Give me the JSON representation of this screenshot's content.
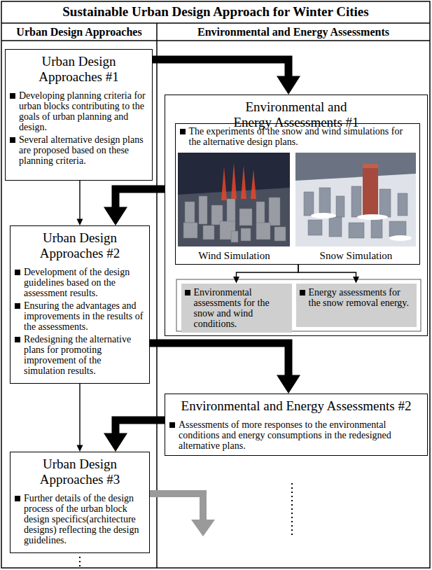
{
  "diagram": {
    "title": "Sustainable Urban Design Approach for Winter Cities",
    "nodes": [
      {
        "text": [
          "Urban Design Approaches #1",
          "Developing planning criteria for urban blocks contributing to the goals of urban planning and design.",
          "Several alternative design plans are proposed based on these planning criteria."
        ]
      },
      {
        "text": [
          "Environmental and Energy Assessments #1"
        ]
      },
      {
        "text": [
          "The experiments of the snow and wind simulations for the alternative design plans.",
          "Wind Simulation",
          "Snow Simulation"
        ],
        "in": 1
      },
      {
        "text": [
          "Environmental assessments for the snow and wind conditions."
        ],
        "in": 1
      },
      {
        "text": [
          "Energy assessments for the snow removal energy."
        ],
        "in": 1
      },
      {
        "text": [
          "Urban Design Approaches #2",
          "Development of the design guidelines based on the assessment results.",
          "Ensuring the advantages and improvements in the results of the assessments.",
          "Redesigning the alternative plans for promoting improvement of the simulation results."
        ]
      },
      {
        "text": [
          "Environmental and Energy Assessments #2",
          "Assessments of more responses to the environmental conditions and energy consumptions in the redesigned alternative plans."
        ]
      },
      {
        "text": [
          "Urban Design Approaches #3",
          "Further details of the design process of the urban block design specifics(architecture designs) reflecting the design guidelines."
        ]
      }
    ],
    "edges": [
      {
        "from": 0,
        "to": 1,
        "arrow": "to"
      },
      {
        "from": 0,
        "to": 5,
        "arrow": "to"
      },
      {
        "from": 1,
        "to": 5,
        "arrow": "to"
      },
      {
        "from": 2,
        "to": 3,
        "arrow": "to"
      },
      {
        "from": 2,
        "to": 4,
        "arrow": "to"
      },
      {
        "from": 5,
        "to": 6,
        "arrow": "to"
      },
      {
        "from": 5,
        "to": 7,
        "arrow": "to"
      },
      {
        "from": 6,
        "to": 7,
        "arrow": "to"
      }
    ],
    "labels": [
      "Urban Design Approaches",
      "Environmental and Energy Assessments"
    ]
  }
}
